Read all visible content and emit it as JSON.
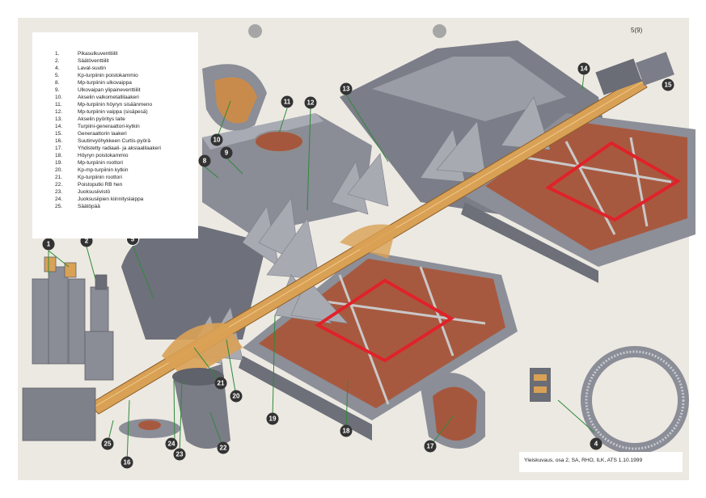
{
  "page_number": "5(9)",
  "legend": [
    {
      "num": "1.",
      "text": "Pikasulkuventtiilit"
    },
    {
      "num": "2.",
      "text": "Säätöventtiilit"
    },
    {
      "num": "4.",
      "text": "Laval-suutin"
    },
    {
      "num": "5.",
      "text": "Kp-turpiinin poistokammio"
    },
    {
      "num": "8.",
      "text": "Mp-turpiinin ulkovaippa"
    },
    {
      "num": "9.",
      "text": "Ulkovaipan ylipaineventtiilit"
    },
    {
      "num": "10.",
      "text": "Akselin valkometallilaakeri"
    },
    {
      "num": "11.",
      "text": "Mp-turpiinin höyryn sisäänmeno"
    },
    {
      "num": "12.",
      "text": "Mp-turpiinin vaippa (sisäpesä)"
    },
    {
      "num": "13.",
      "text": "Akselin pyöritys laite"
    },
    {
      "num": "14.",
      "text": "Turpiini-generaattori-kytkin"
    },
    {
      "num": "15.",
      "text": "Generaattorin laakeri"
    },
    {
      "num": "16.",
      "text": "Suutinvyöhykkeen Curtis-pyörä"
    },
    {
      "num": "17.",
      "text": "Yhdistetty radiaali- ja aksiaalilaakeri"
    },
    {
      "num": "18.",
      "text": "Höyryn poistokammio"
    },
    {
      "num": "19.",
      "text": "Mp-turpiinin roottori"
    },
    {
      "num": "20.",
      "text": "Kp-mp-turpiinin kytkin"
    },
    {
      "num": "21.",
      "text": "Kp-turpiinin roottori"
    },
    {
      "num": "22.",
      "text": "Poistoputki RB hen"
    },
    {
      "num": "23.",
      "text": "Juoksusiivistö"
    },
    {
      "num": "24.",
      "text": "Juoksusiipien kiinnityslaippa"
    },
    {
      "num": "25.",
      "text": "Säätöpää"
    }
  ],
  "callouts": [
    "1",
    "2",
    "5",
    "8",
    "9",
    "10",
    "11",
    "12",
    "13",
    "14",
    "15",
    "16",
    "17",
    "18",
    "19",
    "20",
    "21",
    "22",
    "23",
    "24",
    "25",
    "4"
  ],
  "inset_label": "",
  "caption": "Yleiskuvaus, osa 2, SA, RHO, ILK, ATS 1.10.1999",
  "colors": {
    "highlight": "#e0222a",
    "steel": "#8d8f99",
    "dark_steel": "#6a6c76",
    "shaft": "#d9a155",
    "copper": "#a5573d",
    "callout": "#333333",
    "leader": "#2e8a3a"
  }
}
